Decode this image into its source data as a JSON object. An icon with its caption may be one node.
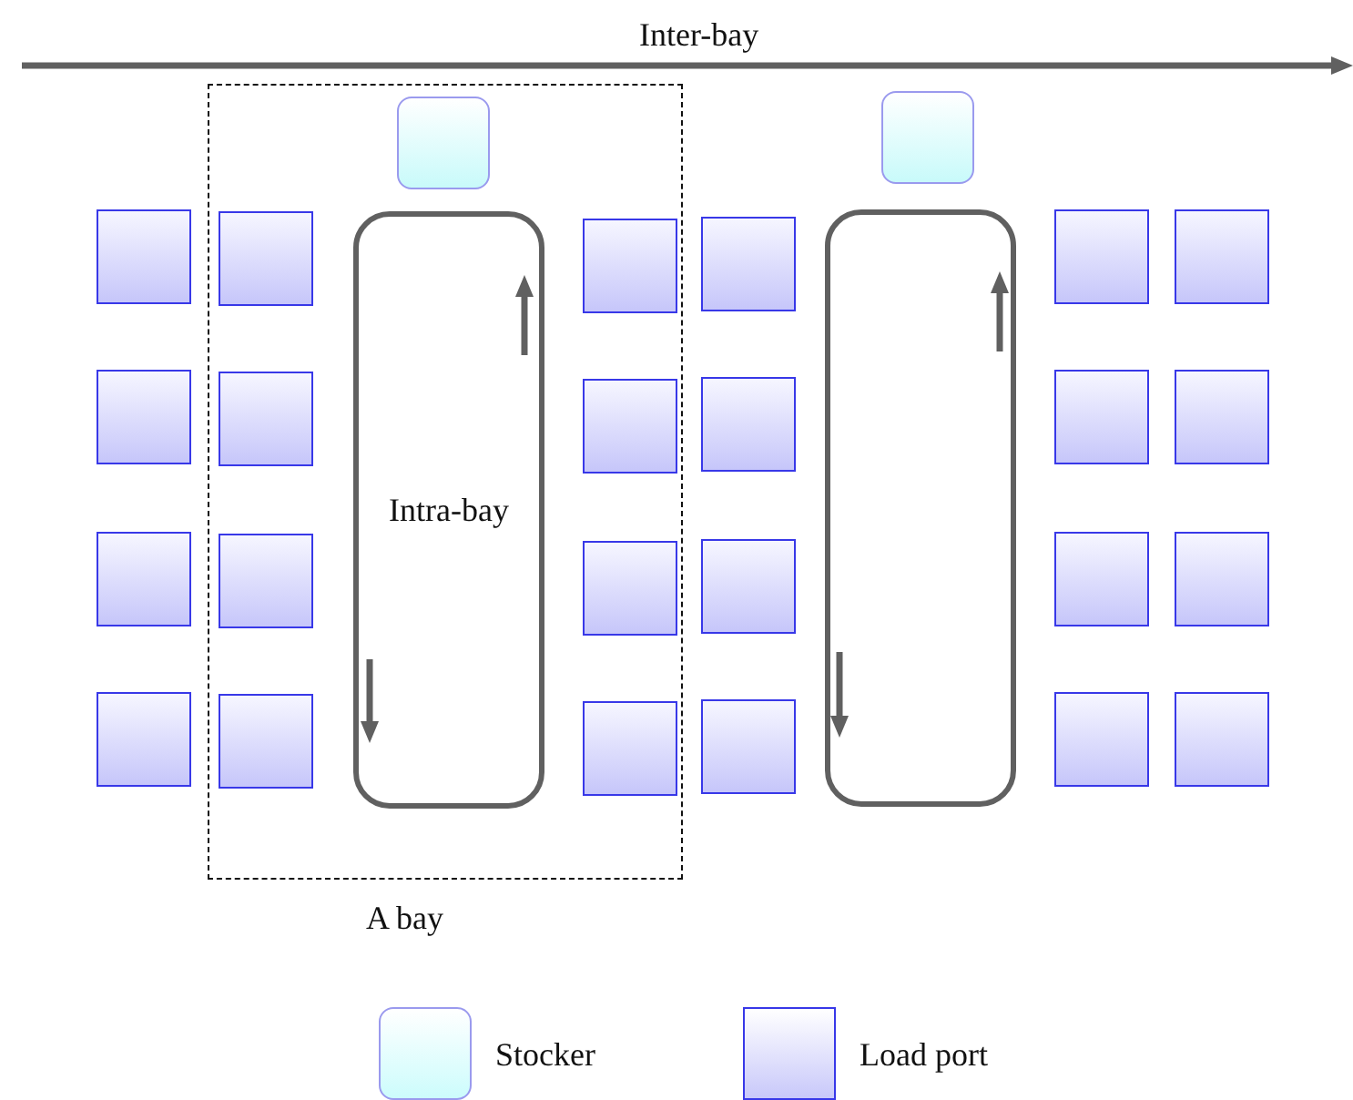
{
  "diagram": {
    "nodes": [
      {
        "text": [
          "A bay"
        ]
      },
      {
        "text": [],
        "shape": "box",
        "in": 0
      },
      {
        "text": [
          "Intra-bay"
        ],
        "in": 0
      },
      {
        "text": [],
        "shape": "box",
        "in": 0
      },
      {
        "text": [],
        "shape": "box",
        "in": 0
      },
      {
        "text": [],
        "shape": "box",
        "in": 0
      },
      {
        "text": [],
        "shape": "box",
        "in": 0
      },
      {
        "text": [],
        "shape": "box",
        "in": 0
      },
      {
        "text": [],
        "shape": "box",
        "in": 0
      },
      {
        "text": [],
        "shape": "box",
        "in": 0
      },
      {
        "text": [],
        "shape": "box",
        "in": 0
      },
      {
        "text": [],
        "shape": "box"
      },
      {
        "text": [],
        "shape": "box"
      },
      {
        "text": [],
        "shape": "box"
      },
      {
        "text": [],
        "shape": "box"
      },
      {
        "text": [],
        "shape": "box"
      },
      {
        "text": [],
        "shape": "box"
      },
      {
        "text": [],
        "shape": "box"
      },
      {
        "text": [],
        "shape": "box"
      },
      {
        "text": [],
        "shape": "box"
      },
      {
        "text": [],
        "shape": "box"
      },
      {
        "text": [],
        "shape": "box"
      },
      {
        "text": [],
        "shape": "box"
      },
      {
        "text": [],
        "shape": "box"
      },
      {
        "text": [],
        "shape": "box"
      },
      {
        "text": [],
        "shape": "box"
      },
      {
        "text": [],
        "shape": "box"
      },
      {
        "text": [],
        "shape": "box"
      },
      {
        "text": [],
        "shape": "box"
      }
    ],
    "labels": [
      "Inter-bay"
    ],
    "legend": [
      {
        "text": "Stocker",
        "color": "#ccfcfc"
      },
      {
        "text": "Load port",
        "color": "#c8c8fa"
      }
    ]
  }
}
